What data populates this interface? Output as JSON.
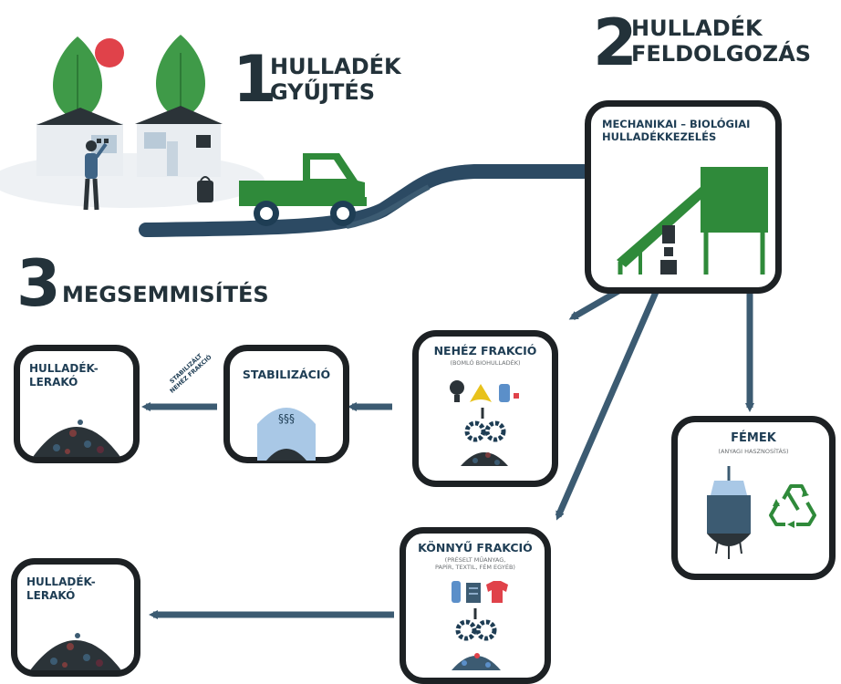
{
  "colors": {
    "dark": "#1d2124",
    "navy": "#1e3d54",
    "steel": "#3c5b72",
    "green": "#2f8a3a",
    "leaf": "#3f9a48",
    "red": "#e0424a"
  },
  "steps": {
    "collection": {
      "number": "1",
      "title_line1": "HULLADÉK",
      "title_line2": "GYŰJTÉS"
    },
    "processing": {
      "number": "2",
      "title_line1": "HULLADÉK",
      "title_line2": "FELDOLGOZÁS"
    },
    "disposal": {
      "number": "3",
      "title": "MEGSEMMISÍTÉS"
    }
  },
  "boxes": {
    "mbt": {
      "title_line1": "MECHANIKAI – BIOLÓGIAI",
      "title_line2": "HULLADÉKKEZELÉS"
    },
    "heavy": {
      "title": "NEHÉZ FRAKCIÓ",
      "subtitle": "(BOMLÓ BIOHULLADÉK)"
    },
    "light": {
      "title": "KÖNNYŰ FRAKCIÓ",
      "subtitle_line1": "(PRÉSELT MŰANYAG,",
      "subtitle_line2": "PAPÍR, TEXTIL, FÉM EGYÉB)"
    },
    "metals": {
      "title": "FÉMEK",
      "subtitle": "(ANYAGI HASZNOSÍTÁS)"
    },
    "stabilization": {
      "title": "STABILIZÁCIÓ"
    },
    "landfill_top": {
      "title_line1": "HULLADÉK-",
      "title_line2": "LERAKÓ"
    },
    "landfill_bottom": {
      "title_line1": "HULLADÉK-",
      "title_line2": "LERAKÓ"
    }
  },
  "arrow_label": {
    "line1": "STABILIZÁLT",
    "line2": "NEHÉZ FRAKCIÓ"
  },
  "icons": [
    "tree-icon",
    "house-icon",
    "worker-icon",
    "trash-bag-icon",
    "garbage-truck-icon",
    "processing-plant-icon",
    "bulb-icon",
    "banana-peel-icon",
    "bottle-icon",
    "gears-icon",
    "waste-pile-icon",
    "heat-chamber-icon",
    "recycle-icon",
    "magnet-crane-icon",
    "shirt-icon",
    "paper-icon"
  ]
}
